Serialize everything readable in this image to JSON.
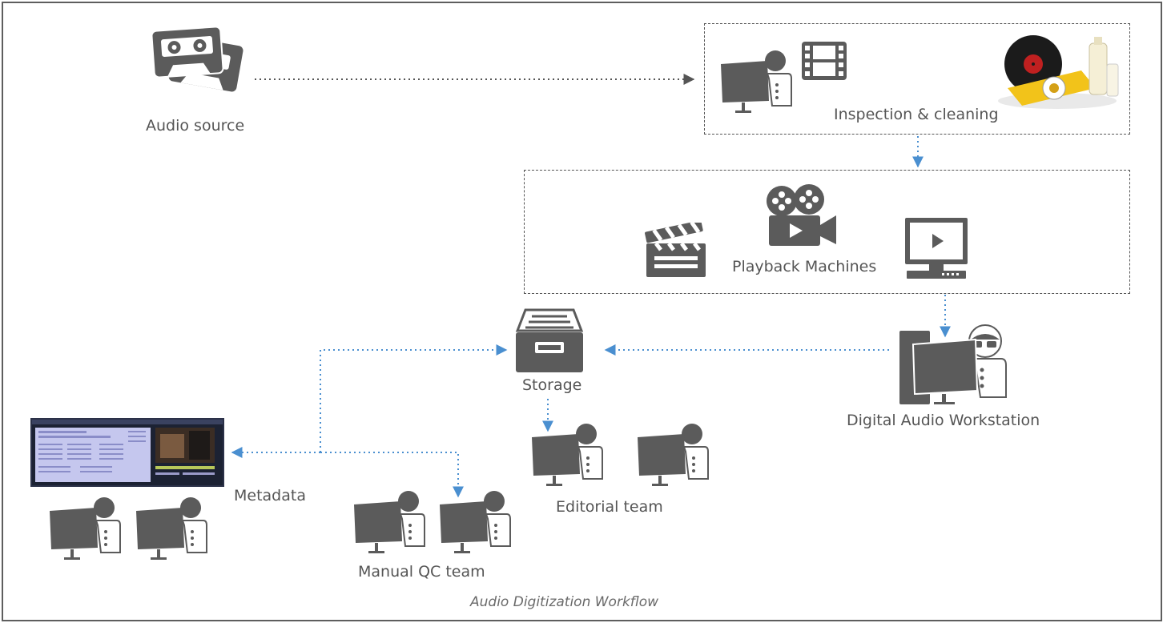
{
  "nodes": {
    "audio_source": "Audio source",
    "inspection": "Inspection & cleaning",
    "playback": "Playback Machines",
    "daw": "Digital Audio Workstation",
    "storage": "Storage",
    "editorial": "Editorial team",
    "metadata": "Metadata",
    "manual_qc": "Manual QC team"
  },
  "caption": "Audio Digitization Workflow",
  "colors": {
    "icon_gray": "#5b5b5b",
    "arrow_gray": "#555555",
    "arrow_blue": "#4a8fd0",
    "border": "#5e5e5e"
  },
  "icons": [
    "cassette-icon",
    "workstation-user-icon",
    "film-strip-icon",
    "vinyl-cleaning-photo",
    "clapperboard-icon",
    "movie-camera-icon",
    "monitor-play-icon",
    "storage-drawer-icon",
    "tower-workstation-user-icon",
    "metadata-screenshot"
  ]
}
